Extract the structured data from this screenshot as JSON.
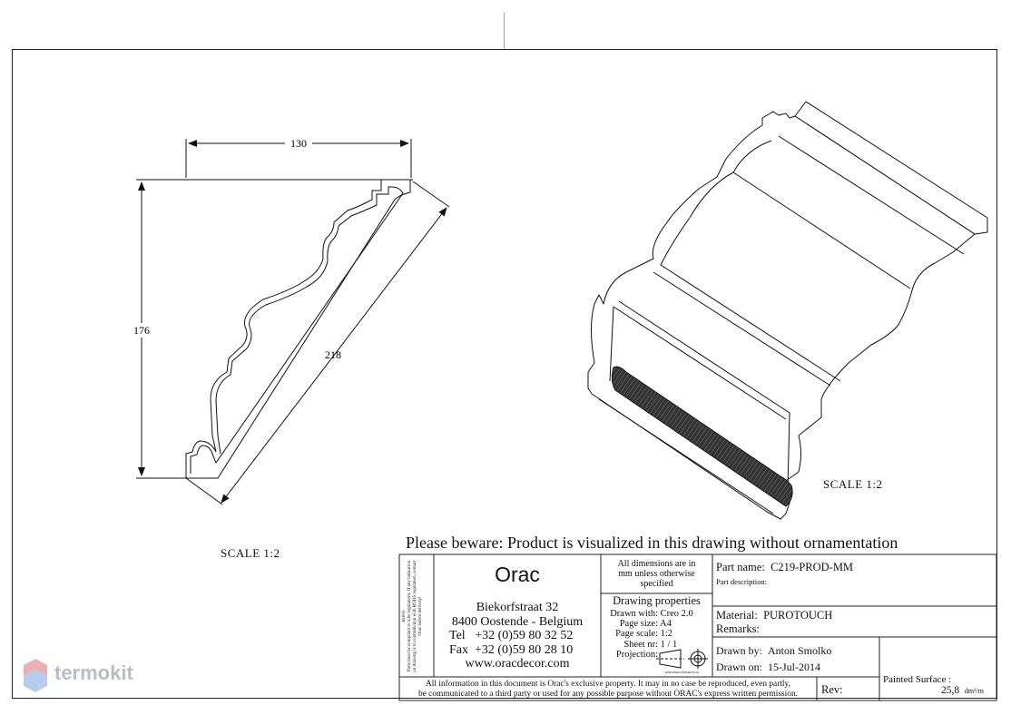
{
  "drawing": {
    "dims": {
      "width": "130",
      "height": "176",
      "diagonal": "218"
    },
    "scale_left": "SCALE  1:2",
    "scale_right": "SCALE  1:2"
  },
  "notice": "Please beware: Product is visualized in this drawing without ornamentation",
  "title_block": {
    "side_text": "Parts must be compliant to rohs regulations. If any indication on drawing is in contradiction with ROHS regulation, contact Orac before delivery!",
    "side_label": "ROHS",
    "company": "Orac",
    "address1": "Biekorfstraat 32",
    "address2": "8400 Oostende - Belgium",
    "tel_label": "Tel",
    "tel": "+32 (0)59 80 32 52",
    "fax_label": "Fax",
    "fax": "+32 (0)59 80 28 10",
    "website": "www.oracdecor.com",
    "units_note_1": "All dimensions are in",
    "units_note_2": "mm unless otherwise",
    "units_note_3": "specified",
    "props_title": "Drawing properties",
    "drawn_with_label": "Drawn with:",
    "drawn_with": "Creo 2.0",
    "page_size_label": "Page size:",
    "page_size": "A4",
    "page_scale_label": "Page scale:",
    "page_scale": "1:2",
    "sheet_label": "Sheet nr:",
    "sheet": "1 / 1",
    "projection_label": "Projection:",
    "projection_caption": "EUROPEAN PROJECTION",
    "part_name_label": "Part name:",
    "part_name": "C219-PROD-MM",
    "part_desc_label": "Part description:",
    "material_label": "Material:",
    "material": "PUROTOUCH",
    "remarks_label": "Remarks:",
    "drawn_by_label": "Drawn by:",
    "drawn_by": "Anton Smolko",
    "drawn_on_label": "Drawn on:",
    "drawn_on": "15-Jul-2014",
    "painted_label": "Painted Surface :",
    "painted_value": "25,8",
    "painted_unit": "dm²/m",
    "rev_label": "Rev:",
    "legal_1": "All information in this document is Orac's exclusive property.  It may in no case be reproduced, even partly,",
    "legal_2": "be communicated to a third party or used for any possible purpose without ORAC's express written permission."
  },
  "watermark": {
    "text": "termokit",
    "colors": [
      "#e8a3a3",
      "#a9c6e8"
    ]
  }
}
